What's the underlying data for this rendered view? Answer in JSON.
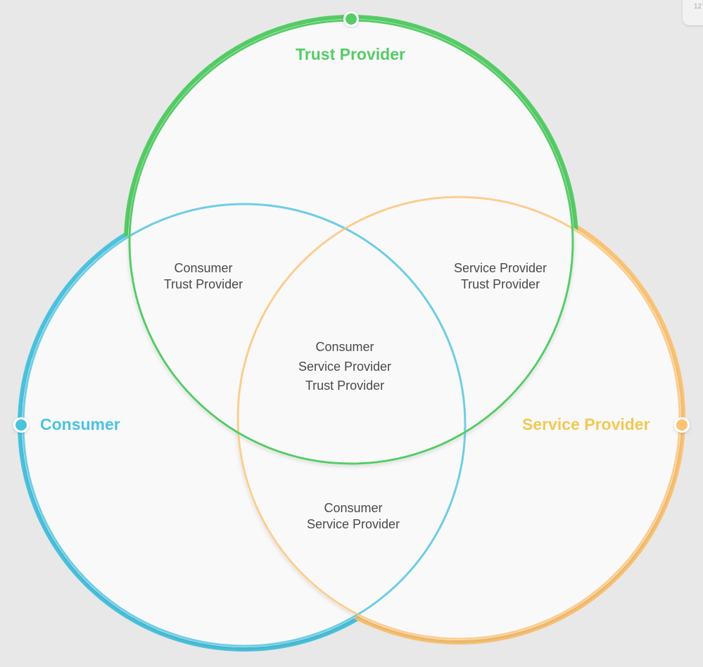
{
  "corner_tab": {
    "text": "12"
  },
  "colors": {
    "trust": "#55cc66",
    "consumer": "#4bc3df",
    "service": "#fbc374",
    "service_label": "#f0c955",
    "fill": "#f9f9f9"
  },
  "sets": {
    "trust": "Trust Provider",
    "consumer": "Consumer",
    "service": "Service Provider"
  },
  "regions": {
    "consumer_trust": [
      "Consumer",
      "Trust Provider"
    ],
    "service_trust": [
      "Service Provider",
      "Trust Provider"
    ],
    "all": [
      "Consumer",
      "Service Provider",
      "Trust Provider"
    ],
    "consumer_service": [
      "Consumer",
      "Service Provider"
    ]
  }
}
